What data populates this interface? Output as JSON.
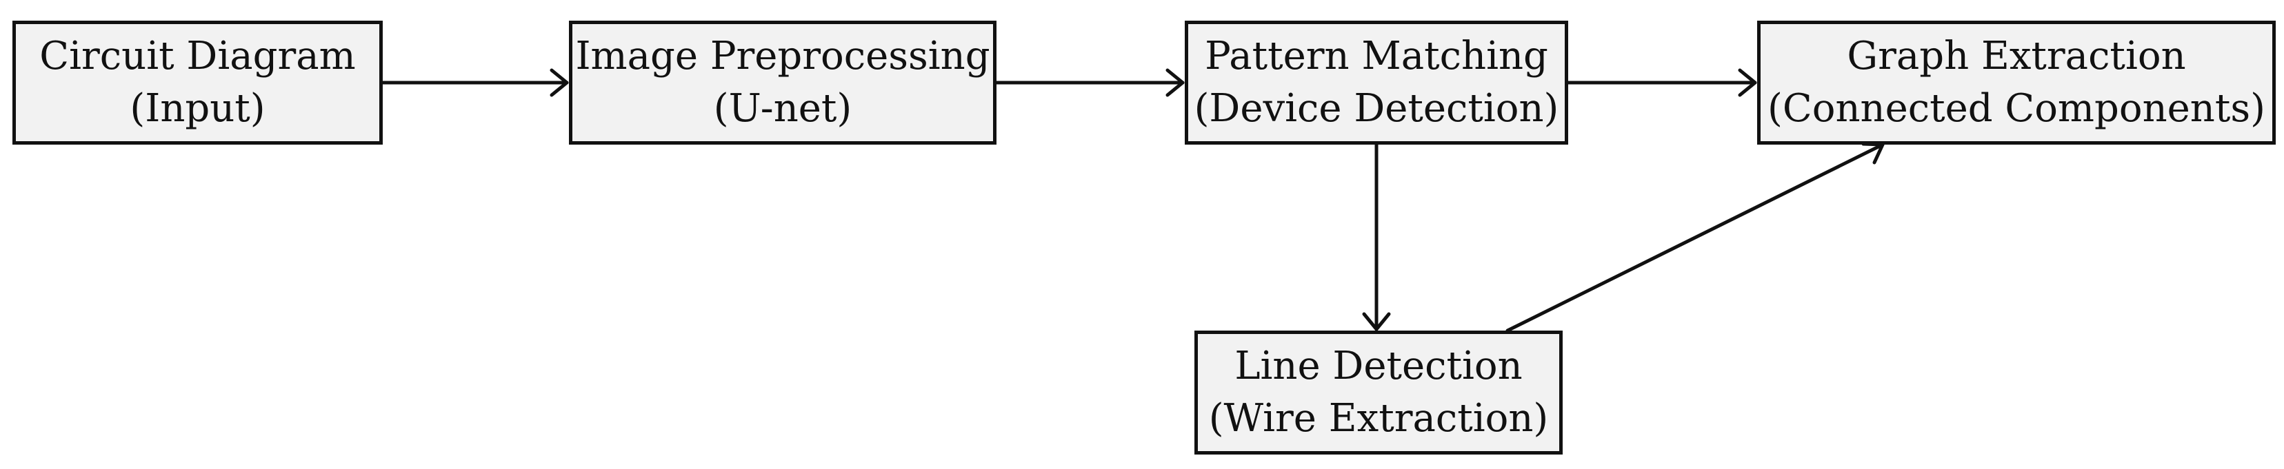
{
  "diagram": {
    "nodes": [
      {
        "id": "circuit",
        "title": "Circuit Diagram",
        "subtitle": "(Input)"
      },
      {
        "id": "preproc",
        "title": "Image Preprocessing",
        "subtitle": "(U-net)"
      },
      {
        "id": "pattern",
        "title": "Pattern Matching",
        "subtitle": "(Device Detection)"
      },
      {
        "id": "graph",
        "title": "Graph Extraction",
        "subtitle": "(Connected Components)"
      },
      {
        "id": "line",
        "title": "Line Detection",
        "subtitle": "(Wire Extraction)"
      }
    ],
    "edges": [
      {
        "from": "circuit",
        "to": "preproc"
      },
      {
        "from": "preproc",
        "to": "pattern"
      },
      {
        "from": "pattern",
        "to": "graph"
      },
      {
        "from": "pattern",
        "to": "line"
      },
      {
        "from": "line",
        "to": "graph"
      }
    ],
    "colors": {
      "box_fill": "#f2f2f2",
      "stroke": "#111111",
      "text": "#111111"
    }
  }
}
